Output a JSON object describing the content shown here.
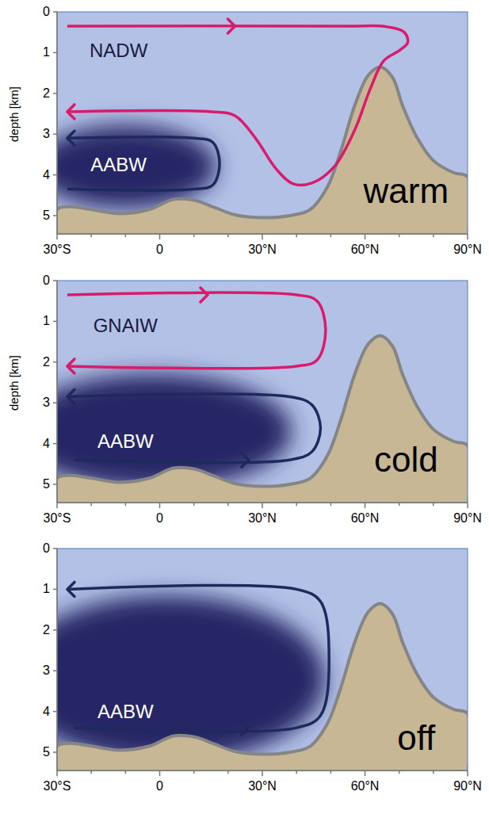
{
  "diagram": {
    "labels": [
      "NADW",
      "AABW",
      "warm",
      "depth [km]",
      "0",
      "1",
      "2",
      "3",
      "4",
      "5",
      "30°S",
      "0",
      "30°N",
      "60°N",
      "90°N",
      "GNAIW",
      "AABW",
      "cold",
      "depth [km]",
      "0",
      "1",
      "2",
      "3",
      "4",
      "5",
      "30°S",
      "0",
      "30°N",
      "60°N",
      "90°N",
      "AABW",
      "off",
      "0",
      "1",
      "2",
      "3",
      "4",
      "5",
      "30°S",
      "0",
      "30°N",
      "60°N",
      "90°N"
    ]
  }
}
